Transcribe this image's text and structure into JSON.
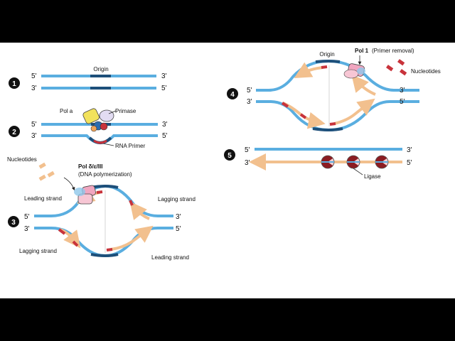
{
  "colors": {
    "strand": "#5aaee0",
    "origin": "#1d4f7a",
    "primer": "#c8333b",
    "new_strand": "#f2c08e",
    "ligase": "#8b1c22",
    "polymerase": "#f1a6c0",
    "primase": "#e2dcf2",
    "pol_a": "#f2e25c"
  },
  "steps": {
    "s1": {
      "number": "1",
      "origin": "Origin",
      "top_left": "5'",
      "top_right": "3'",
      "bottom_left": "3'",
      "bottom_right": "5'"
    },
    "s2": {
      "number": "2",
      "pol_a": "Pol a",
      "primase": "Primase",
      "rna_primer": "RNA Primer",
      "top_left": "5'",
      "top_right": "3'",
      "bottom_left": "3'",
      "bottom_right": "5'"
    },
    "s3": {
      "number": "3",
      "nucleotides": "Nucleotides",
      "pol_name": "Pol δ/ε/III",
      "pol_role": "(DNA polymerization)",
      "leading_top": "Leading strand",
      "lagging_top": "Lagging strand",
      "lagging_bottom": "Lagging strand",
      "leading_bottom": "Leading strand",
      "top_left": "5'",
      "top_right": "3'",
      "bottom_left": "3'",
      "bottom_right": "5'"
    },
    "s4": {
      "number": "4",
      "origin": "Origin",
      "pol_name": "Pol 1",
      "pol_role": "(Primer removal)",
      "nucleotides": "Nucleotides",
      "top_left": "5'",
      "top_right": "3'",
      "bottom_left": "3'",
      "bottom_right": "5'"
    },
    "s5": {
      "number": "5",
      "ligase": "Ligase",
      "top_left": "5'",
      "top_right": "3'",
      "bottom_left": "3'",
      "bottom_right": "5'"
    }
  }
}
